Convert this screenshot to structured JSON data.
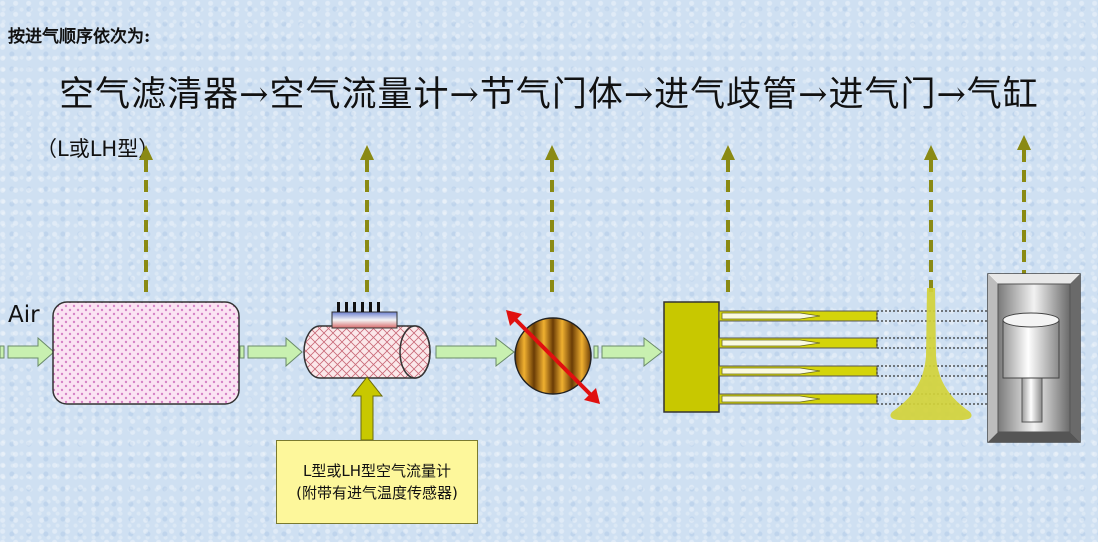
{
  "heading": "按进气顺序依次为:",
  "flow_text": "空气滤清器→空气流量计→节气门体→进气歧管→进气门→气缸",
  "air_filter_note": "（L或LH型）",
  "air_label": "Air",
  "meter_note": {
    "line1": "L型或LH型空气流量计",
    "line2": "(附带有进气温度传感器)"
  },
  "colors": {
    "arrow_olive": "#8a8a14",
    "flow_arrow_fill": "#c8f0b0",
    "note_bg": "#fdf79b",
    "component_yellow": "#c8c800",
    "throttle_red": "#e01010"
  },
  "icons": [
    "up-arrow-icon",
    "right-arrow-icon",
    "double-headed-arrow-icon"
  ]
}
